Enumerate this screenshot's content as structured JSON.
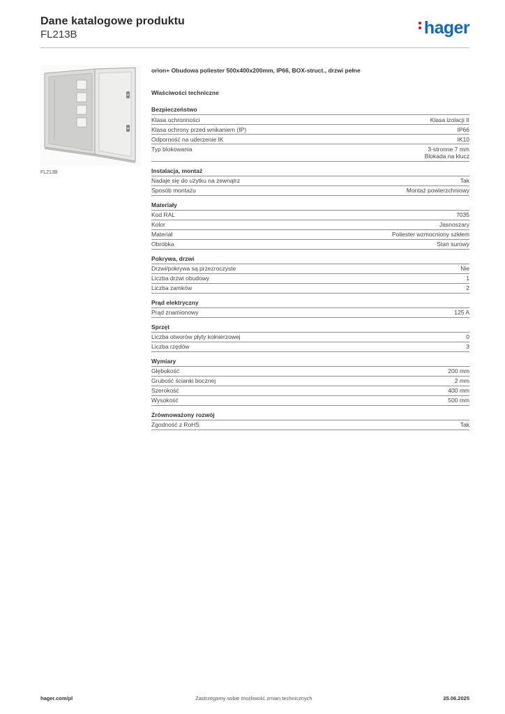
{
  "header": {
    "title": "Dane katalogowe produktu",
    "product_code": "FL213B",
    "logo_text": "hager",
    "logo_color": "#1a67b3",
    "logo_dot_color": "#e30613"
  },
  "image": {
    "caption": "FL213B"
  },
  "product": {
    "description": "orion+ Obudowa poliester 500x400x200mm, IP66, BOX-struct., drzwi pełne",
    "properties_title": "Właściwości techniczne"
  },
  "sections": [
    {
      "title": "Bezpieczeństwo",
      "rows": [
        {
          "label": "Klasa ochronności",
          "value": [
            "Klasa izolacji II"
          ]
        },
        {
          "label": "Klasa ochrony przed wnikaniem (IP)",
          "value": [
            "IP66"
          ]
        },
        {
          "label": "Odporność na uderzenie IK",
          "value": [
            "IK10"
          ]
        },
        {
          "label": "Typ blokowania",
          "value": [
            "3-stronne 7 mm",
            "Blokada na klucz"
          ]
        }
      ]
    },
    {
      "title": "Instalacja, montaż",
      "rows": [
        {
          "label": "Nadaje się do użytku na zewnątrz",
          "value": [
            "Tak"
          ]
        },
        {
          "label": "Sposób montażu",
          "value": [
            "Montaż powierzchniowy"
          ]
        }
      ]
    },
    {
      "title": "Materiały",
      "rows": [
        {
          "label": "Kod RAL",
          "value": [
            "7035"
          ]
        },
        {
          "label": "Kolor",
          "value": [
            "Jasnoszary"
          ]
        },
        {
          "label": "Materiał",
          "value": [
            "Poliester wzmocniony szkłem"
          ]
        },
        {
          "label": "Obróbka",
          "value": [
            "Stan surowy"
          ]
        }
      ]
    },
    {
      "title": "Pokrywa, drzwi",
      "rows": [
        {
          "label": "Drzwi/pokrywa są przezroczyste",
          "value": [
            "Nie"
          ]
        },
        {
          "label": "Liczba drzwi obudowy",
          "value": [
            "1"
          ]
        },
        {
          "label": "Liczba zamków",
          "value": [
            "2"
          ]
        }
      ]
    },
    {
      "title": "Prąd elektryczny",
      "rows": [
        {
          "label": "Prąd znamionowy",
          "value": [
            "125 A"
          ]
        }
      ]
    },
    {
      "title": "Sprzęt",
      "rows": [
        {
          "label": "Liczba otworów płyty kołnierzowej",
          "value": [
            "0"
          ]
        },
        {
          "label": "Liczba rzędów",
          "value": [
            "3"
          ]
        }
      ]
    },
    {
      "title": "Wymiary",
      "rows": [
        {
          "label": "Głębokość",
          "value": [
            "200 mm"
          ]
        },
        {
          "label": "Grubość ścianki bocznej",
          "value": [
            "2 mm"
          ]
        },
        {
          "label": "Szerokość",
          "value": [
            "400 mm"
          ]
        },
        {
          "label": "Wysokość",
          "value": [
            "500 mm"
          ]
        }
      ]
    },
    {
      "title": "Zrównoważony rozwój",
      "rows": [
        {
          "label": "Zgodność z RoHS",
          "value": [
            "Tak"
          ]
        }
      ]
    }
  ],
  "footer": {
    "website": "hager.com/pl",
    "disclaimer": "Zastrzegamy sobie możliwość zmian technicznych",
    "date": "25.06.2025"
  }
}
